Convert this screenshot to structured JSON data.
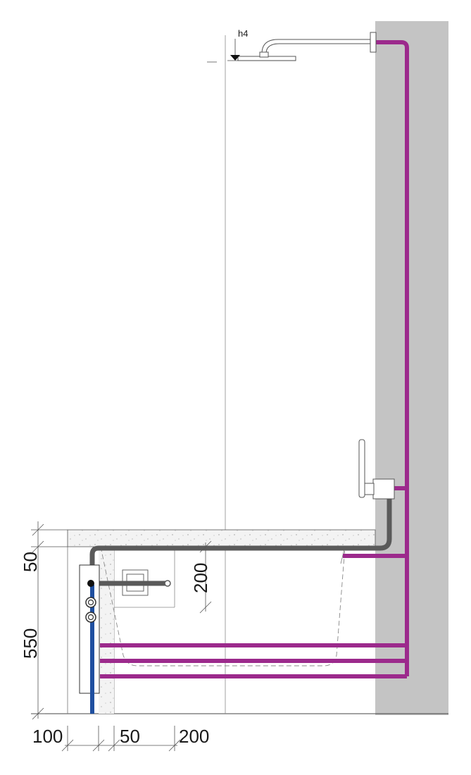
{
  "level_marker": {
    "label": "h4"
  },
  "dimensions": {
    "vertical": {
      "top_slab": "50",
      "lower_zone": "550",
      "niche_height": "200"
    },
    "horizontal": {
      "left_offset": "100",
      "middle": "50",
      "right": "200"
    }
  },
  "colors": {
    "wall": "#c4c4c4",
    "pipe_hot": "#9c2a8c",
    "pipe_cold": "#1f4fa0",
    "pipe_waste": "#5a5a5a",
    "line": "#333333",
    "background": "#ffffff"
  }
}
